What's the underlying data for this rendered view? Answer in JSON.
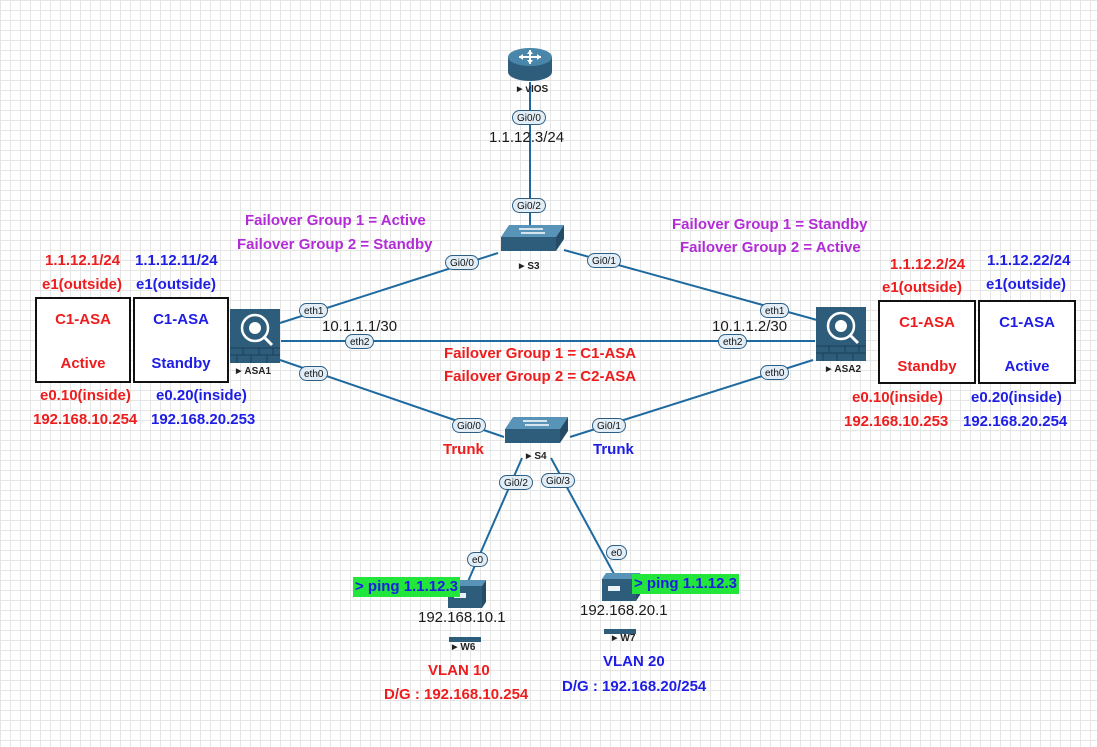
{
  "nodes": {
    "vios": "vIOS",
    "s3": "S3",
    "s4": "S4",
    "asa1": "ASA1",
    "asa2": "ASA2",
    "w6": "W6",
    "w7": "W7"
  },
  "ports": {
    "vios_gi00": "Gi0/0",
    "s3_gi02": "Gi0/2",
    "s3_gi00": "Gi0/0",
    "s3_gi01": "Gi0/1",
    "asa1_eth1": "eth1",
    "asa1_eth2": "eth2",
    "asa1_eth0": "eth0",
    "asa2_eth1": "eth1",
    "asa2_eth2": "eth2",
    "asa2_eth0": "eth0",
    "s4_gi00": "Gi0/0",
    "s4_gi01": "Gi0/1",
    "s4_gi02": "Gi0/2",
    "s4_gi03": "Gi0/3",
    "w6_e0": "e0",
    "w7_e0": "e0"
  },
  "addresses": {
    "vios_ip": "1.1.12.3/24",
    "asa1_link": "10.1.1.1/30",
    "asa2_link": "10.1.1.2/30",
    "w6_ip": "192.168.10.1",
    "w7_ip": "192.168.20.1"
  },
  "asa1_info": {
    "group1": "Failover Group 1 = Active",
    "group2": "Failover Group 2 = Standby"
  },
  "asa2_info": {
    "group1": "Failover Group 1 = Standby",
    "group2": "Failover Group 2 = Active"
  },
  "center_info": {
    "group1": "Failover Group 1 = C1-ASA",
    "group2": "Failover Group 2 = C2-ASA"
  },
  "contexts": {
    "left_red": {
      "outside_ip": "1.1.12.1/24",
      "outside_if": "e1(outside)",
      "name": "C1-ASA",
      "state": "Active",
      "inside_if": "e0.10(inside)",
      "inside_ip": "192.168.10.254"
    },
    "left_blue": {
      "outside_ip": "1.1.12.11/24",
      "outside_if": "e1(outside)",
      "name": "C1-ASA",
      "state": "Standby",
      "inside_if": "e0.20(inside)",
      "inside_ip": "192.168.20.253"
    },
    "right_red": {
      "outside_ip": "1.1.12.2/24",
      "outside_if": "e1(outside)",
      "name": "C1-ASA",
      "state": "Standby",
      "inside_if": "e0.10(inside)",
      "inside_ip": "192.168.10.253"
    },
    "right_blue": {
      "outside_ip": "1.1.12.22/24",
      "outside_if": "e1(outside)",
      "name": "C1-ASA",
      "state": "Active",
      "inside_if": "e0.20(inside)",
      "inside_ip": "192.168.20.254"
    }
  },
  "trunk_left": "Trunk",
  "trunk_right": "Trunk",
  "ping_w6": "> ping 1.1.12.3",
  "ping_w7": "> ping 1.1.12.3",
  "vlan10": {
    "name": "VLAN 10",
    "gateway": "D/G : 192.168.10.254"
  },
  "vlan20": {
    "name": "VLAN 20",
    "gateway": "D/G : 192.168.20/254"
  },
  "colors": {
    "link": "#1e6aa0",
    "red": "#ee1c1c",
    "blue": "#1d1de6",
    "purple": "#b22bd6",
    "ping_bg": "#22e63c",
    "device": "#3c6e8c"
  }
}
